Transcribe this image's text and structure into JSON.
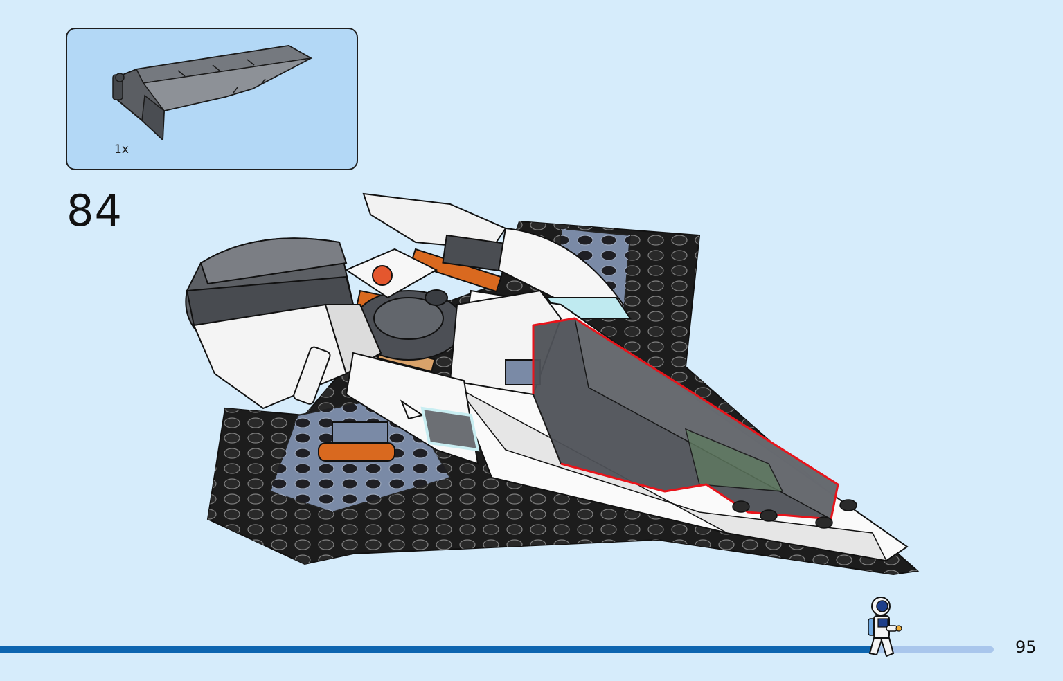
{
  "callout": {
    "quantity": "1x",
    "part_icon": "dark-gray-wing-plate"
  },
  "step": {
    "number": "84"
  },
  "model": {
    "icon": "spaceship-assembly",
    "highlight_color": "#e8141b"
  },
  "progress": {
    "fraction": 0.88,
    "fill_color": "#0d65b0",
    "track_color": "#a9c6ec"
  },
  "footer": {
    "page_number": "95",
    "mascot_icon": "astronaut-icon"
  }
}
